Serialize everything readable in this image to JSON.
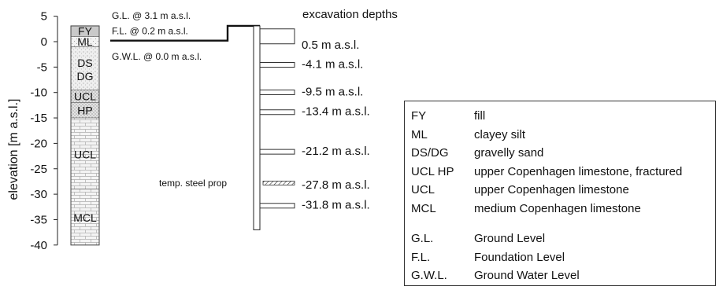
{
  "axis": {
    "ylabel": "elevation [m a.s.l.]",
    "ticks": [
      5,
      0,
      -5,
      -10,
      -15,
      -20,
      -25,
      -30,
      -35,
      -40
    ],
    "ylim": [
      -40,
      5
    ]
  },
  "strata": [
    {
      "code": "FY",
      "top": 3.1,
      "bottom": 1.0,
      "pattern": "fill"
    },
    {
      "code": "ML",
      "top": 1.0,
      "bottom": -1.0,
      "pattern": "silt"
    },
    {
      "code": "DS",
      "top": -1.0,
      "bottom": -9.5,
      "pattern": "sand",
      "label2": "DG"
    },
    {
      "code": "UCL",
      "top": -9.5,
      "bottom": -12.0,
      "pattern": "fractured"
    },
    {
      "code": "HP",
      "top": -12.0,
      "bottom": -15.0,
      "pattern": "fractured"
    },
    {
      "code": "UCL",
      "top": -15.0,
      "bottom": -29.0,
      "pattern": "limestone"
    },
    {
      "code": "MCL",
      "top": -29.0,
      "bottom": -40.0,
      "pattern": "limestone"
    }
  ],
  "levels": {
    "gl": {
      "label": "G.L. @ 3.1 m a.s.l.",
      "value": 3.1
    },
    "fl": {
      "label": "F.L. @ 0.2 m a.s.l.",
      "value": 0.2
    },
    "gwl": {
      "label": "G.W.L. @ 0.0 m a.s.l.",
      "value": 0.0
    }
  },
  "wall": {
    "top": 3.1,
    "bottom": -37.0
  },
  "excavation": {
    "title": "excavation depths",
    "depths": [
      {
        "label": "0.5 m a.s.l.",
        "value": 0.5
      },
      {
        "label": "-4.1 m a.s.l.",
        "value": -4.1
      },
      {
        "label": "-9.5 m a.s.l.",
        "value": -9.5
      },
      {
        "label": "-13.4 m a.s.l.",
        "value": -13.4
      },
      {
        "label": "-21.2 m a.s.l.",
        "value": -21.2
      },
      {
        "label": "-27.8 m a.s.l.",
        "value": -27.8,
        "prop": true
      },
      {
        "label": "-31.8 m a.s.l.",
        "value": -31.8
      }
    ]
  },
  "prop_label": "temp. steel prop",
  "legend": {
    "groups": [
      [
        {
          "key": "FY",
          "desc": "fill"
        },
        {
          "key": "ML",
          "desc": "clayey silt"
        },
        {
          "key": "DS/DG",
          "desc": "gravelly sand"
        },
        {
          "key": "UCL HP",
          "desc": "upper Copenhagen limestone, fractured"
        },
        {
          "key": "UCL",
          "desc": "upper Copenhagen limestone"
        },
        {
          "key": "MCL",
          "desc": "medium Copenhagen limestone"
        }
      ],
      [
        {
          "key": "G.L.",
          "desc": "Ground Level"
        },
        {
          "key": "F.L.",
          "desc": "Foundation Level"
        },
        {
          "key": "G.W.L.",
          "desc": "Ground Water Level"
        }
      ]
    ]
  }
}
